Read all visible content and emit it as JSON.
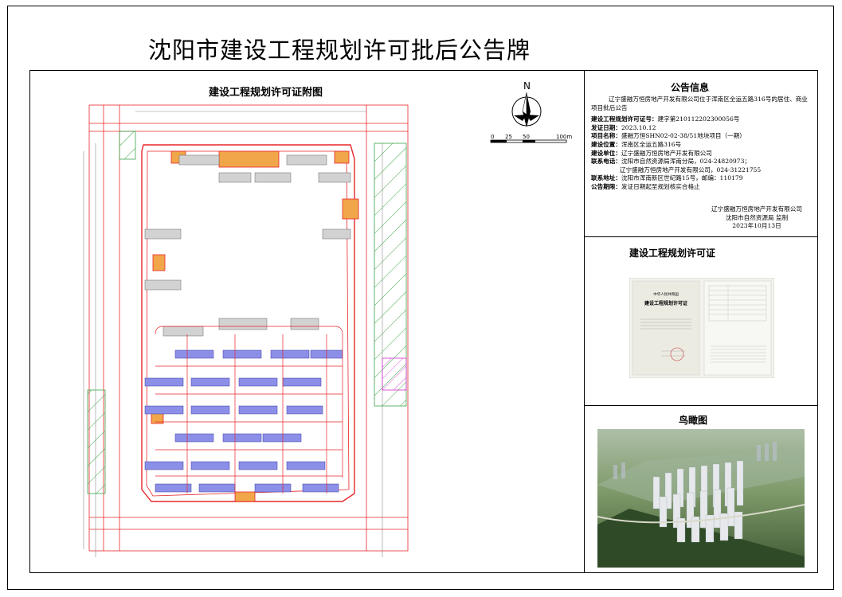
{
  "header": {
    "title": "沈阳市建设工程规划许可批后公告牌"
  },
  "map": {
    "title": "建设工程规划许可证附图",
    "north_label": "N",
    "scale_labels": [
      "0",
      "25",
      "50",
      "100m"
    ]
  },
  "notice": {
    "title": "公告信息",
    "intro": "辽宁盛融万恒房地产开发有限公司位于浑南区全运五路316号的居住、商业项目批后公告",
    "rows": [
      {
        "label": "建设工程规划许可证号：",
        "value": "建字第210112202300056号"
      },
      {
        "label": "发证日期：",
        "value": "2023.10.12"
      },
      {
        "label": "项目名称：",
        "value": "盛融万恒SHN02-02-38/51地块项目（一期）"
      },
      {
        "label": "建设位置：",
        "value": "浑南区全运五路316号"
      },
      {
        "label": "建设单位：",
        "value": "辽宁盛融万恒房地产开发有限公司"
      },
      {
        "label": "联系电话：",
        "value": "沈阳市自然资源局浑南分局，024-24820973；"
      },
      {
        "label": "",
        "value": "辽宁盛融万恒房地产开发有限公司，024-31221755"
      },
      {
        "label": "联系地址：",
        "value": "沈阳市浑南新区世纪路15号，邮编：110179"
      },
      {
        "label": "公告期限：",
        "value": "发证日期起至规划核实合格止"
      }
    ],
    "sign_org1": "辽宁盛融万恒房地产开发有限公司",
    "sign_org2": "沈阳市自然资源局 监制",
    "sign_date": "2023年10月13日"
  },
  "permit": {
    "title": "建设工程规划许可证",
    "doc_header": "中华人民共和国",
    "doc_title": "建设工程规划许可证"
  },
  "aerial": {
    "title": "鸟瞰图"
  },
  "colors": {
    "red": "#e8262a",
    "building_blue": "#8b8fe8",
    "building_grey": "#c8c8c8",
    "green": "#3aa54a",
    "orange": "#f1a64a",
    "magenta": "#cc33cc"
  }
}
